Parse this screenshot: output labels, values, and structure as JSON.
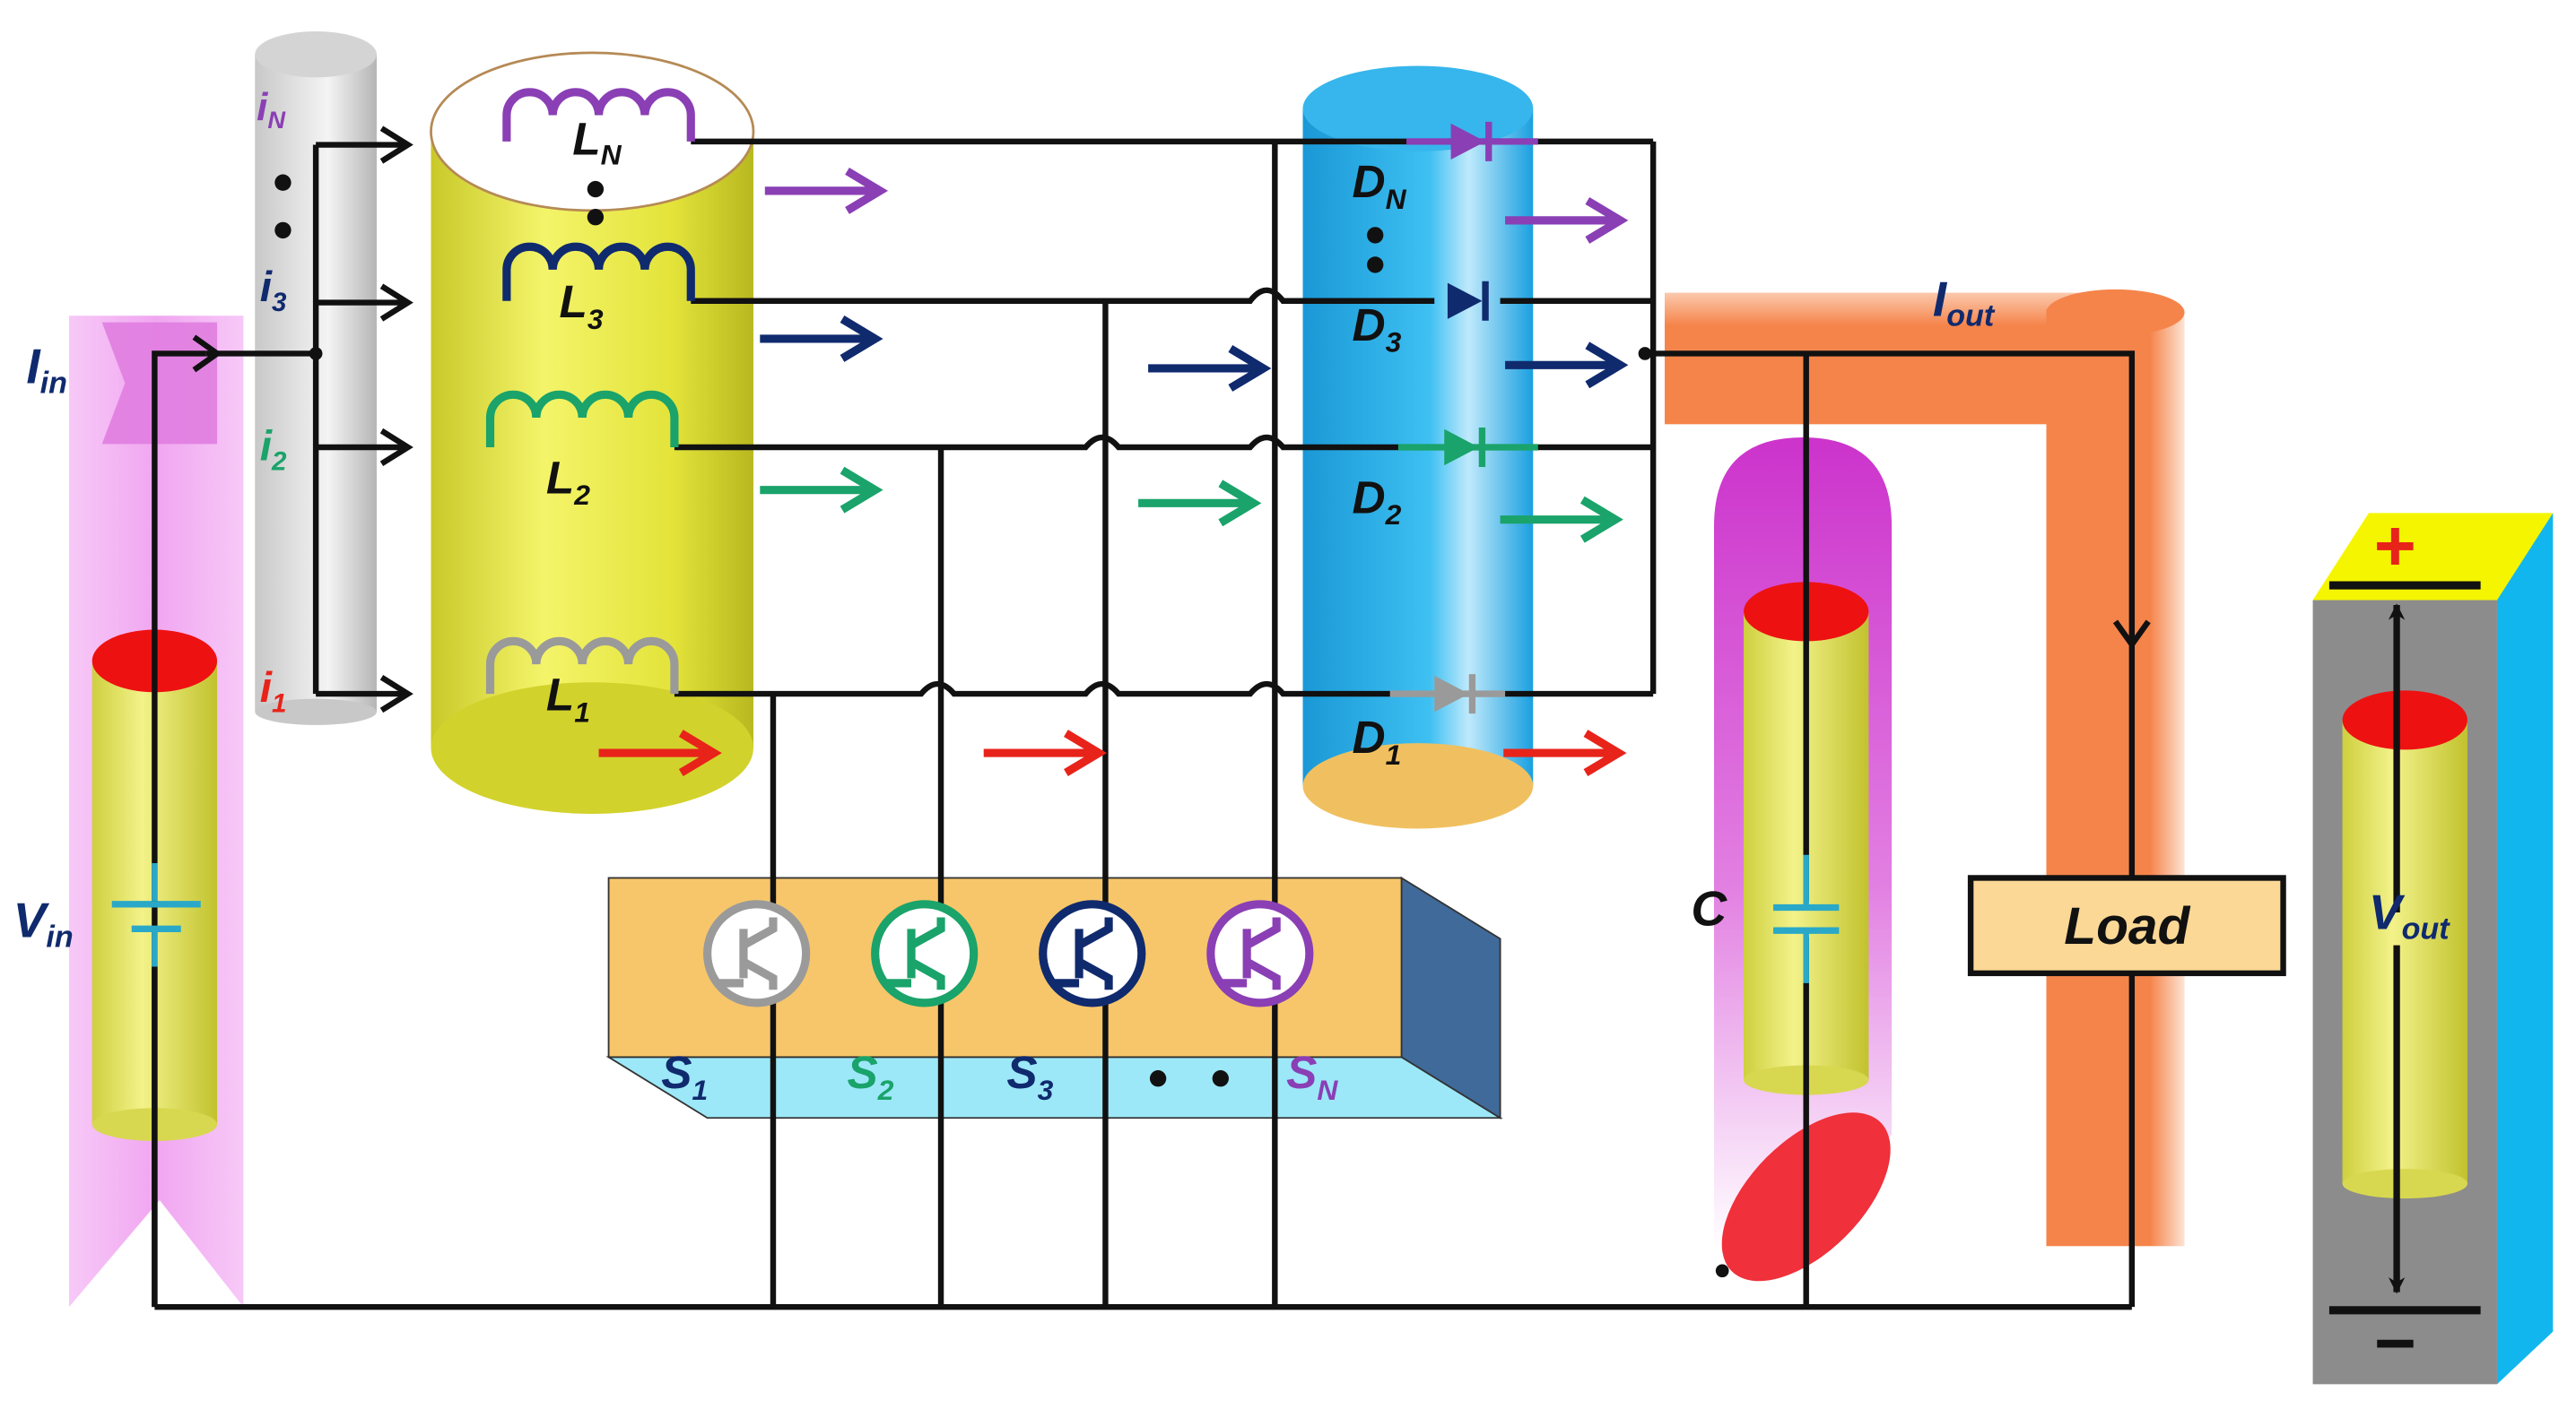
{
  "currents": {
    "iN": {
      "main": "i",
      "sub": "N"
    },
    "i3": {
      "main": "i",
      "sub": "3"
    },
    "i2": {
      "main": "i",
      "sub": "2"
    },
    "i1": {
      "main": "i",
      "sub": "1"
    },
    "Iin": {
      "main": "I",
      "sub": "in"
    },
    "Iout": {
      "main": "I",
      "sub": "out"
    }
  },
  "inductors": {
    "LN": {
      "main": "L",
      "sub": "N"
    },
    "L3": {
      "main": "L",
      "sub": "3"
    },
    "L2": {
      "main": "L",
      "sub": "2"
    },
    "L1": {
      "main": "L",
      "sub": "1"
    }
  },
  "diodes": {
    "DN": {
      "main": "D",
      "sub": "N"
    },
    "D3": {
      "main": "D",
      "sub": "3"
    },
    "D2": {
      "main": "D",
      "sub": "2"
    },
    "D1": {
      "main": "D",
      "sub": "1"
    }
  },
  "switches": {
    "S1": {
      "main": "S",
      "sub": "1"
    },
    "S2": {
      "main": "S",
      "sub": "2"
    },
    "S3": {
      "main": "S",
      "sub": "3"
    },
    "SN": {
      "main": "S",
      "sub": "N"
    }
  },
  "voltages": {
    "Vin": {
      "main": "V",
      "sub": "in"
    },
    "Vout": {
      "main": "V",
      "sub": "out"
    }
  },
  "capacitor": {
    "label": "C"
  },
  "load": {
    "label": "Load"
  },
  "polarity": {
    "plus": "+",
    "minus": "−"
  },
  "colors": {
    "phase_N": "#8a3fb5",
    "phase_3": "#102a6e",
    "phase_2": "#1aa36a",
    "phase_1": "#e8231a",
    "phase_1_device": "#9a9a9a",
    "wire": "#111111",
    "inductor_cylinder": "#e6e63a",
    "diode_cylinder": "#1fa8e0",
    "output_bar": "#f0834a",
    "input_band": "#f3a8f3",
    "switch_box": "#f7c66a",
    "load_box": "#fbd896"
  }
}
